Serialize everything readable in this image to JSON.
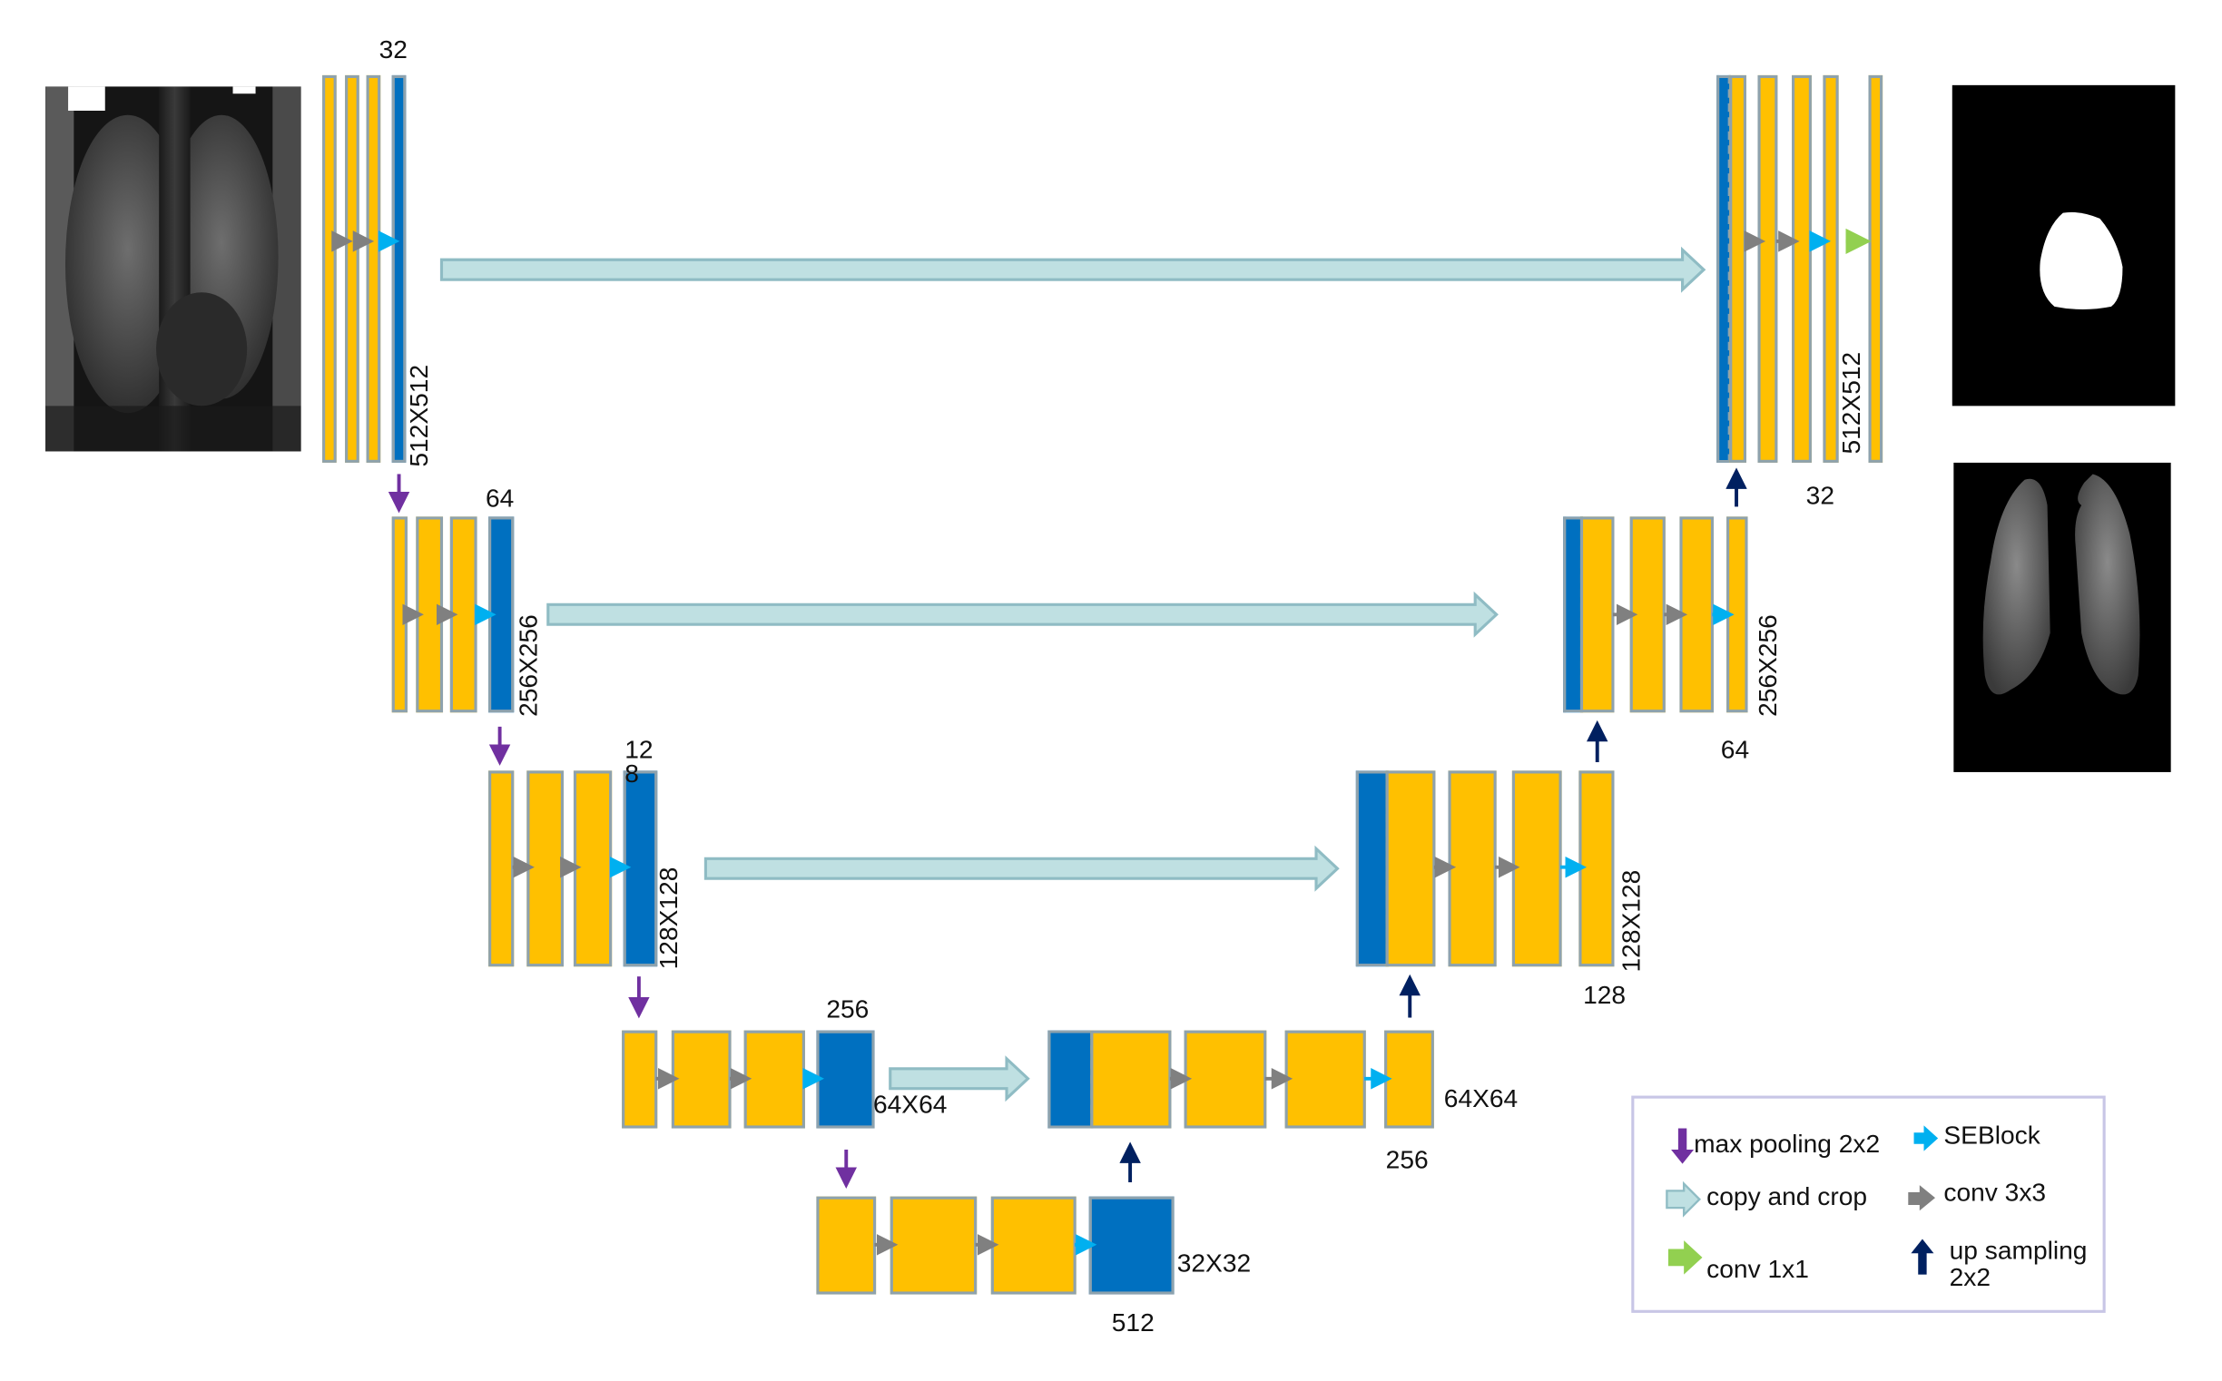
{
  "channels": {
    "enc1": "32",
    "enc2": "64",
    "enc3": "12\n8",
    "enc4": "256",
    "bottleneck": "512",
    "dec4": "256",
    "dec3": "128",
    "dec2": "64",
    "dec1": "32"
  },
  "sizes": {
    "enc1": "512X512",
    "enc2": "256X256",
    "enc3": "128X128",
    "enc4": "64X64",
    "bottleneck": "32X32",
    "dec4": "64X64",
    "dec3": "128X128",
    "dec2": "256X256",
    "dec1": "512X512"
  },
  "legend": {
    "max_pooling": "max pooling 2x2",
    "seblock": "SEBlock",
    "copy_crop": "copy and crop",
    "conv3": "conv 3x3",
    "conv1": "conv 1x1",
    "upsampling": "up sampling\n2x2"
  },
  "colors": {
    "conv_block": "#ffc000",
    "se_block": "#0070c0",
    "block_border": "#8ea2ad",
    "copy_crop": "#bfe0e2",
    "conv3_arrow": "#808080",
    "seblock_arrow": "#00b0f0",
    "conv1_arrow": "#92d050",
    "maxpool_arrow": "#7030a0",
    "upsample_arrow": "#002060"
  },
  "images": {
    "input": "chest-xray",
    "output_mask": "binary-mask",
    "output_segmented": "segmented-lungs"
  }
}
